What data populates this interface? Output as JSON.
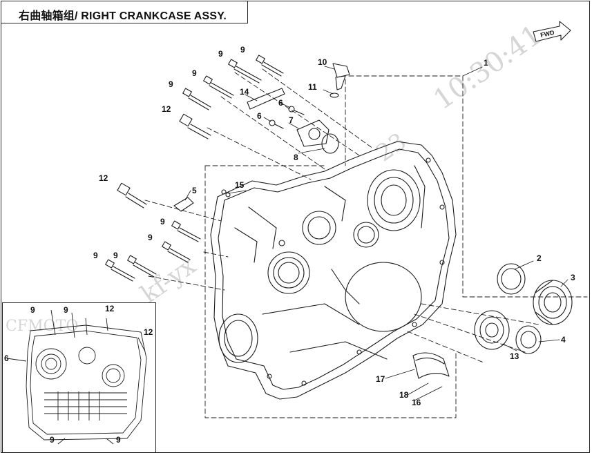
{
  "title": "右曲轴箱组/ RIGHT CRANKCASE ASSY.",
  "watermark": {
    "time": "10:30:41",
    "date": "23",
    "code": "kf-yx",
    "brand": "CFMOTO"
  },
  "fwd_label": "FWD",
  "callouts": {
    "c1": "1",
    "c2": "2",
    "c3": "3",
    "c4": "4",
    "c5": "5",
    "c6a": "6",
    "c6b": "6",
    "c7": "7",
    "c8": "8",
    "c9a": "9",
    "c9b": "9",
    "c9c": "9",
    "c9d": "9",
    "c9e": "9",
    "c9f": "9",
    "c9g": "9",
    "c10": "10",
    "c11": "11",
    "c12a": "12",
    "c12b": "12",
    "c13": "13",
    "c14": "14",
    "c15": "15",
    "c16": "16",
    "c17": "17",
    "c18": "18"
  },
  "inset_callouts": {
    "i9a": "9",
    "i9b": "9",
    "i9c": "9",
    "i9d": "9",
    "i12a": "12",
    "i12b": "12",
    "i6": "6"
  },
  "colors": {
    "line": "#1a1a1a",
    "watermark": "#d6d6d6"
  }
}
